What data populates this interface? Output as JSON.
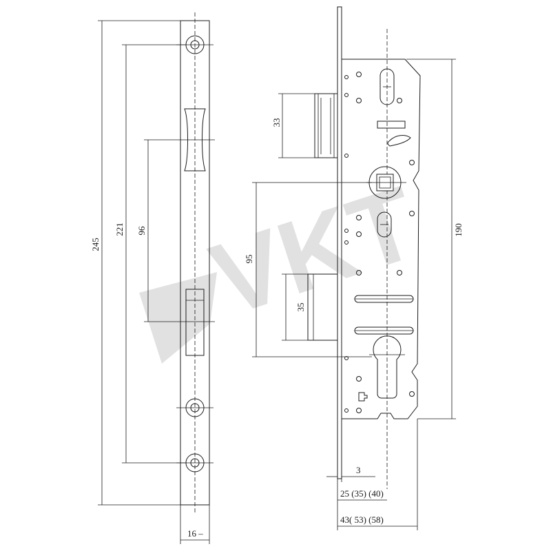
{
  "watermark": {
    "text": "VKT"
  },
  "striker_plate": {
    "dims": {
      "overall": "245",
      "holes": "221",
      "latch_span": "96",
      "width": "16 –"
    }
  },
  "lock_body": {
    "dims": {
      "deadbolt": "33",
      "backset_spindle": "95",
      "latch": "35",
      "height": "190",
      "faceplate": "3",
      "backset": "25 (35) (40)",
      "depth": "43( 53) (58)"
    }
  }
}
